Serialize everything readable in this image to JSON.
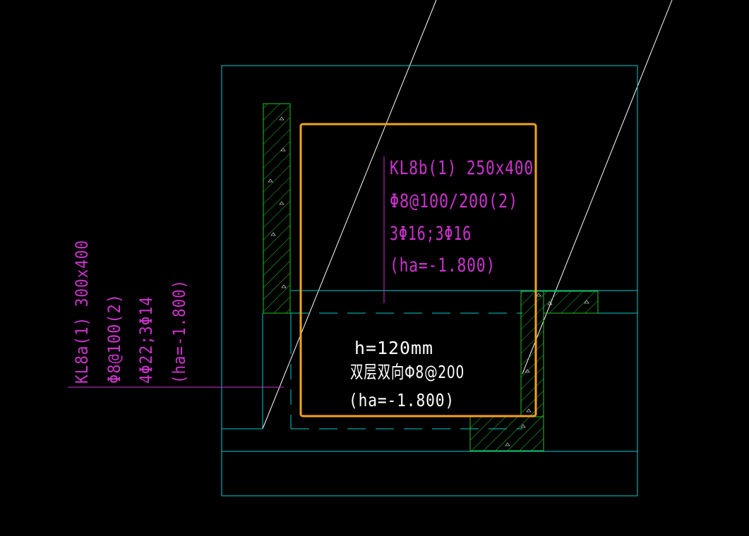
{
  "colors": {
    "background": "#000000",
    "slab_outline": "#00cccc",
    "wall_hatch": "#22c522",
    "annotation": "#cc33cc",
    "selection": "#f2a31b",
    "white_text": "#ffffff",
    "diagonal": "#ffffff"
  },
  "beam_b": {
    "line1": "KL8b(1) 250x400",
    "line2": "Φ8@100/200(2)",
    "line3": "3Φ16;3Φ16",
    "line4": "(ha=-1.800)"
  },
  "beam_a": {
    "line1": "KL8a(1) 300x400",
    "line2": "Φ8@100(2)",
    "line3": "4Φ22;3Φ14",
    "line4": "(ha=-1.800)"
  },
  "slab": {
    "line1": "h=120mm",
    "line2": "双层双向Φ8@200",
    "line3": "(ha=-1.800)"
  }
}
